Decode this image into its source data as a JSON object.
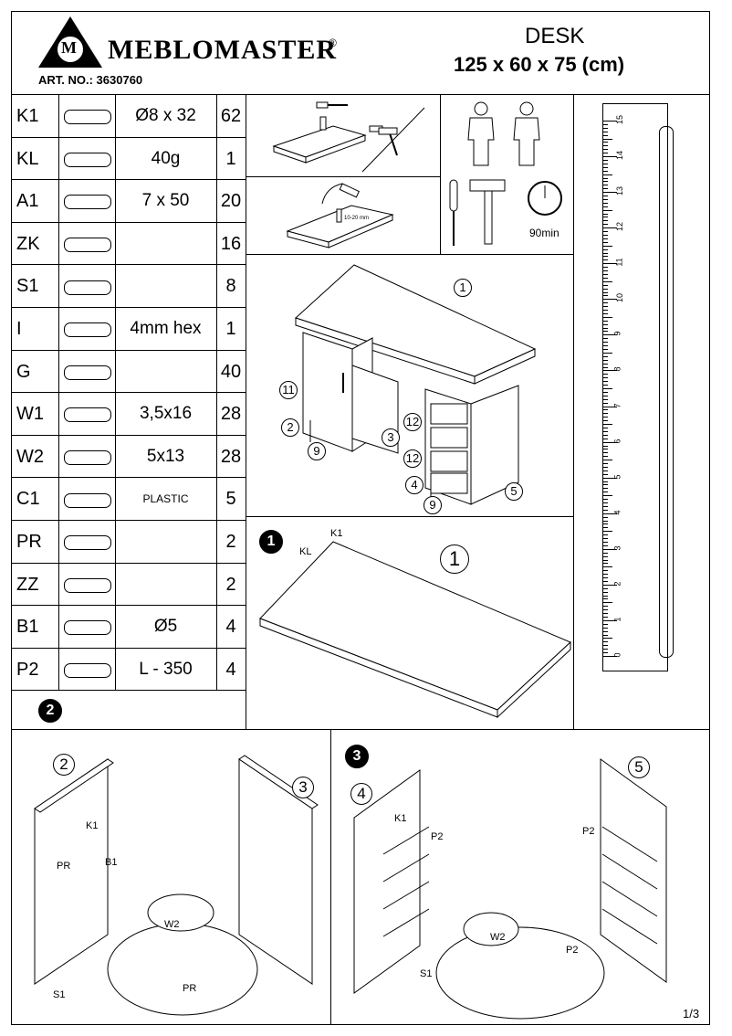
{
  "header": {
    "brand": "MEBLOMASTER",
    "brand_mark": "M",
    "registered": "®",
    "article": "ART. NO.: 3630760",
    "product": "DESK",
    "dims": "125 x 60 x 75 (cm)"
  },
  "parts": [
    {
      "code": "K1",
      "icon": "dowel-icon",
      "spec": "Ø8 x 32",
      "qty": "62"
    },
    {
      "code": "KL",
      "icon": "glue-tube-icon",
      "spec": "40g",
      "qty": "1"
    },
    {
      "code": "A1",
      "icon": "long-screw-icon",
      "spec": "7 x 50",
      "qty": "20"
    },
    {
      "code": "ZK",
      "icon": "cap-icon",
      "spec": "",
      "qty": "16"
    },
    {
      "code": "S1",
      "icon": "glide-nail-icon",
      "spec": "",
      "qty": "8"
    },
    {
      "code": "I",
      "icon": "hex-key-icon",
      "spec": "4mm hex",
      "qty": "1"
    },
    {
      "code": "G",
      "icon": "nails-icon",
      "spec": "",
      "qty": "40"
    },
    {
      "code": "W1",
      "icon": "screw-icon",
      "spec": "3,5x16",
      "qty": "28"
    },
    {
      "code": "W2",
      "icon": "screw-short-icon",
      "spec": "5x13",
      "qty": "28"
    },
    {
      "code": "C1",
      "icon": "handle-icon",
      "spec": "PLASTIC",
      "qty": "5"
    },
    {
      "code": "PR",
      "icon": "hinge-icon",
      "spec": "",
      "qty": "2"
    },
    {
      "code": "ZZ",
      "icon": "latch-icon",
      "spec": "",
      "qty": "2"
    },
    {
      "code": "B1",
      "icon": "bumper-icon",
      "spec": "Ø5",
      "qty": "4"
    },
    {
      "code": "P2",
      "icon": "drawer-rail-icon",
      "spec": "L - 350",
      "qty": "4"
    }
  ],
  "tools": {
    "time": "90min"
  },
  "ruler": {
    "ticks": [
      "0",
      "1",
      "2",
      "3",
      "4",
      "5",
      "6",
      "7",
      "8",
      "9",
      "10",
      "11",
      "12",
      "13",
      "14",
      "15"
    ]
  },
  "tips": {
    "depth": "10-20 mm"
  },
  "desk_labels": [
    "1",
    "11",
    "2",
    "3",
    "9",
    "12",
    "12",
    "4",
    "9",
    "5"
  ],
  "step1": {
    "num": "1",
    "board": "1",
    "kl": "KL",
    "k1": "K1"
  },
  "step2": {
    "num": "2",
    "left": "2",
    "right": "3",
    "k1": "K1",
    "b1": "B1",
    "pr": "PR",
    "s1": "S1",
    "w2": "W2"
  },
  "step3": {
    "num": "3",
    "left": "4",
    "right": "5",
    "k1": "K1",
    "p2": "P2",
    "s1": "S1",
    "w2": "W2"
  },
  "page": "1/3"
}
